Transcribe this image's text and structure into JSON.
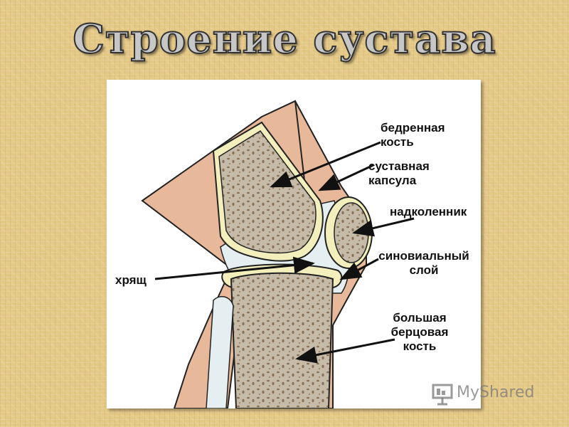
{
  "title": "Строение сустава",
  "labels": {
    "femur_line1": "бедренная",
    "femur_line2": "кость",
    "capsule_line1": "суставная",
    "capsule_line2": "капсула",
    "patella": "надколенник",
    "synovial_line1": "синовиальный",
    "synovial_line2": "слой",
    "cartilage": "хрящ",
    "tibia_line1": "большая",
    "tibia_line2": "берцовая",
    "tibia_line3": "кость"
  },
  "watermark": "MyShared",
  "colors": {
    "background": "#e4c886",
    "skin": "#e8b89a",
    "bone": "#c5bba8",
    "marrow": "#8a7258",
    "cartilage": "#f3efbd",
    "synovial": "#e5eef0"
  },
  "icons": [
    "presentation-board-icon"
  ]
}
